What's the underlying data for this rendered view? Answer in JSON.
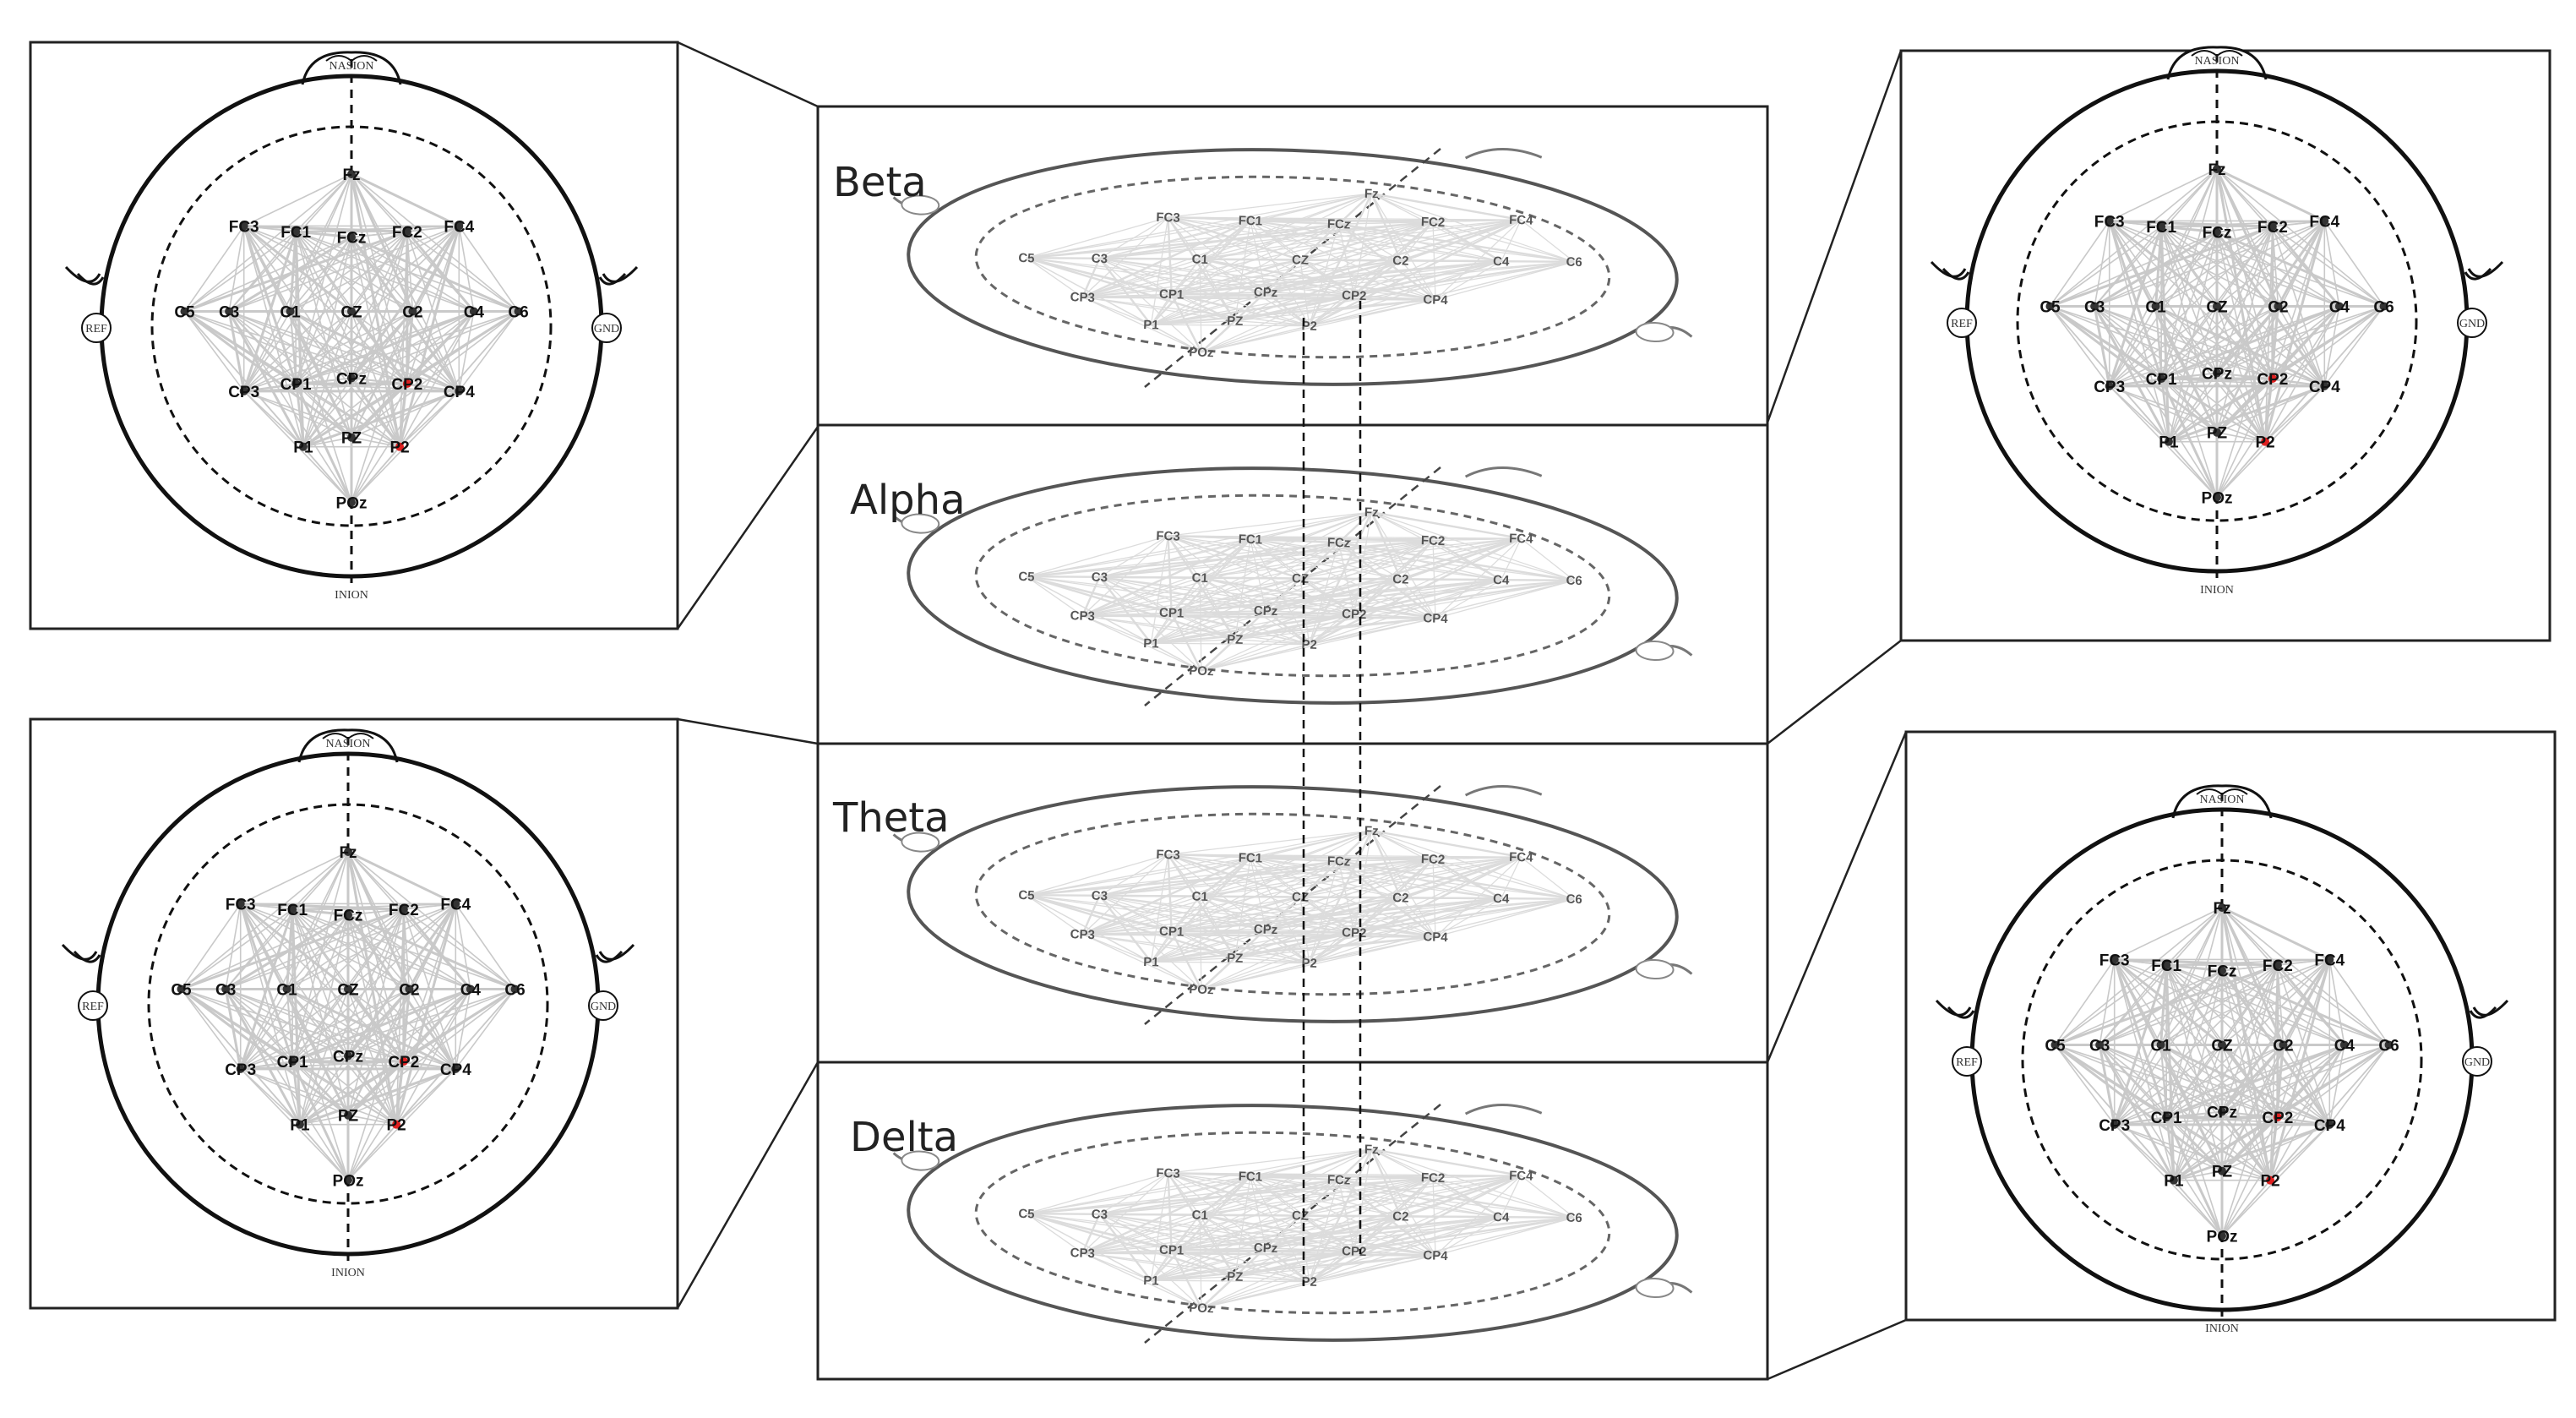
{
  "bands": [
    {
      "id": "beta",
      "label": "Beta"
    },
    {
      "id": "alpha",
      "label": "Alpha"
    },
    {
      "id": "theta",
      "label": "Theta"
    },
    {
      "id": "delta",
      "label": "Delta"
    }
  ],
  "head_labels": {
    "nasion": "NASION",
    "inion": "INION",
    "ref": "REF",
    "gnd": "GND"
  },
  "electrodes": [
    {
      "label": "Fz",
      "highlight": false
    },
    {
      "label": "FC3",
      "highlight": false
    },
    {
      "label": "FC1",
      "highlight": false
    },
    {
      "label": "FCz",
      "highlight": false
    },
    {
      "label": "FC2",
      "highlight": false
    },
    {
      "label": "FC4",
      "highlight": false
    },
    {
      "label": "C5",
      "highlight": false
    },
    {
      "label": "C3",
      "highlight": false
    },
    {
      "label": "C1",
      "highlight": false
    },
    {
      "label": "CZ",
      "highlight": false
    },
    {
      "label": "C2",
      "highlight": false
    },
    {
      "label": "C4",
      "highlight": false
    },
    {
      "label": "C6",
      "highlight": false
    },
    {
      "label": "CP3",
      "highlight": false
    },
    {
      "label": "CP1",
      "highlight": false
    },
    {
      "label": "CPz",
      "highlight": false
    },
    {
      "label": "CP2",
      "highlight": true
    },
    {
      "label": "CP4",
      "highlight": false
    },
    {
      "label": "P1",
      "highlight": false
    },
    {
      "label": "PZ",
      "highlight": false
    },
    {
      "label": "P2",
      "highlight": true
    },
    {
      "label": "POz",
      "highlight": false
    }
  ],
  "colors": {
    "line": "#c9c9c9",
    "outline": "#111111",
    "highlight": "#e02020",
    "frame": "#222222"
  }
}
